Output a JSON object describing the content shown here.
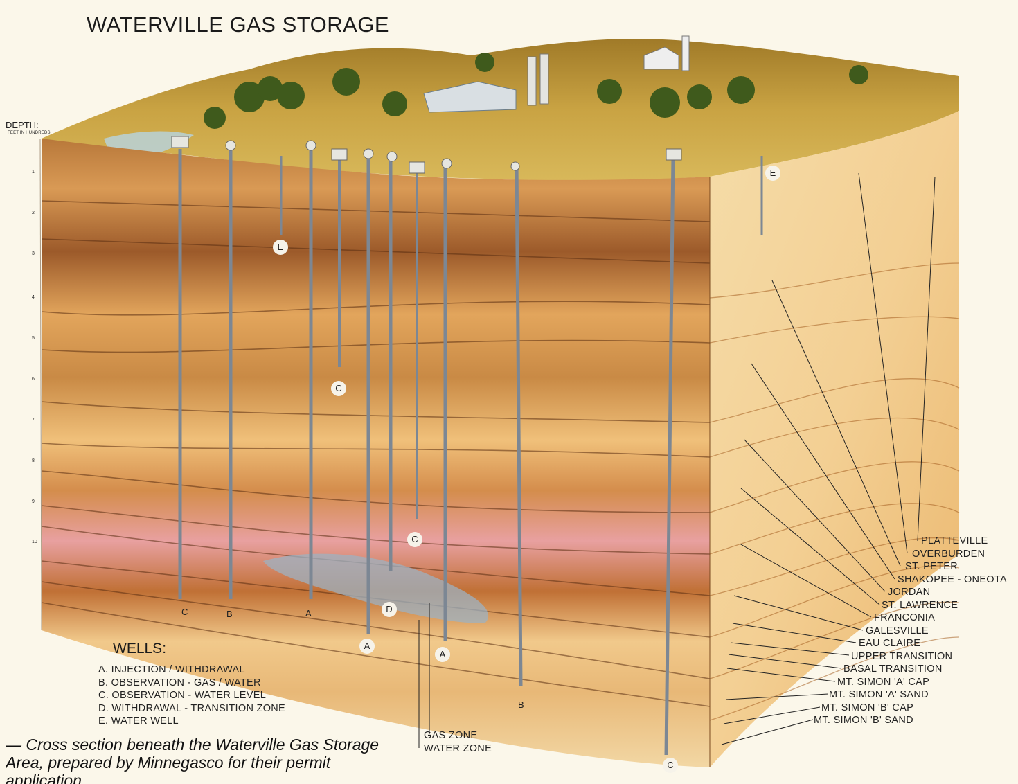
{
  "title": "WATERVILLE GAS STORAGE",
  "depth_axis": {
    "label": "DEPTH:",
    "sublabel": "FEET IN HUNDREDS",
    "ticks": [
      "1",
      "2",
      "3",
      "4",
      "5",
      "6",
      "7",
      "8",
      "9",
      "10"
    ]
  },
  "well_labels": {
    "e_upper": "E",
    "c_mid": "C",
    "e_right": "E",
    "c_lower": "C",
    "bottom_c_left": "C",
    "bottom_b_left": "B",
    "bottom_a_left": "A",
    "bottom_d": "D",
    "bottom_a_mid": "A",
    "bottom_a_right": "A",
    "bottom_b_right": "B",
    "bottom_c_right": "C"
  },
  "legend": {
    "title": "WELLS:",
    "items": [
      "A.  INJECTION / WITHDRAWAL",
      "B.  OBSERVATION - GAS / WATER",
      "C.  OBSERVATION - WATER LEVEL",
      "D.  WITHDRAWAL - TRANSITION  ZONE",
      "E.  WATER  WELL"
    ]
  },
  "formations": [
    "PLATTEVILLE",
    "OVERBURDEN",
    "ST. PETER",
    "SHAKOPEE - ONEOTA",
    "JORDAN",
    "ST. LAWRENCE",
    "FRANCONIA",
    "GALESVILLE",
    "EAU  CLAIRE",
    "UPPER  TRANSITION",
    "BASAL  TRANSITION",
    "MT.  SIMON  'A'  CAP",
    "MT.  SIMON  'A'  SAND",
    "MT.  SIMON  'B'  CAP",
    "MT.  SIMON  'B'  SAND"
  ],
  "zones": [
    "GAS  ZONE",
    "WATER  ZONE"
  ],
  "caption": "— Cross section beneath the Waterville Gas Storage Area, prepared by Minnegasco for their permit application"
}
